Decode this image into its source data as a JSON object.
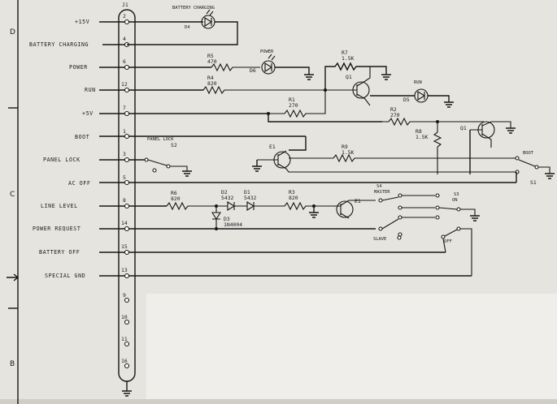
{
  "zones": {
    "top": "D",
    "middle": "C",
    "bottom": "B"
  },
  "connector": {
    "ref": "J1",
    "signals": [
      {
        "label": "+15V",
        "pin": "2"
      },
      {
        "label": "BATTERY CHARGING",
        "pin": "4"
      },
      {
        "label": "POWER",
        "pin": "6"
      },
      {
        "label": "RUN",
        "pin": "12"
      },
      {
        "label": "+5V",
        "pin": "7"
      },
      {
        "label": "BOOT",
        "pin": "1"
      },
      {
        "label": "PANEL LOCK",
        "pin": "3"
      },
      {
        "label": "AC OFF",
        "pin": "5"
      },
      {
        "label": "LINE LEVEL",
        "pin": "8"
      },
      {
        "label": "POWER REQUEST",
        "pin": "14"
      },
      {
        "label": "BATTERY OFF",
        "pin": "15"
      },
      {
        "label": "SPECIAL GND",
        "pin": "13"
      }
    ],
    "spare_pins": [
      "9",
      "10",
      "11",
      "16"
    ]
  },
  "parts": {
    "d4": {
      "ref": "D4",
      "name": "BATTERY CHARGING"
    },
    "d6": {
      "ref": "D6",
      "name": "POWER"
    },
    "d5": {
      "ref": "D5",
      "name": "RUN"
    },
    "r5": {
      "ref": "R5",
      "value": "470"
    },
    "r4": {
      "ref": "R4",
      "value": "820"
    },
    "r7": {
      "ref": "R7",
      "value": "1.5K"
    },
    "r1": {
      "ref": "R1",
      "value": "270"
    },
    "r2": {
      "ref": "R2",
      "value": "270"
    },
    "r8": {
      "ref": "R8",
      "value": "1.5K"
    },
    "r9": {
      "ref": "R9",
      "value": "1.5K"
    },
    "r6": {
      "ref": "R6",
      "value": "820"
    },
    "r3": {
      "ref": "R3",
      "value": "820"
    },
    "d2": {
      "ref": "D2",
      "value": "5432"
    },
    "d1": {
      "ref": "D1",
      "value": "5432"
    },
    "d3": {
      "ref": "D3",
      "value": "1N4004"
    },
    "q_run": "Q1",
    "q_boot": "E1",
    "q_panel": "E1",
    "q_line": "E1",
    "s2": {
      "ref": "S2",
      "name": "PANEL LOCK"
    },
    "s1": {
      "ref": "S1",
      "name": "BOOT"
    },
    "s4": {
      "ref": "S4",
      "name": "MASTER",
      "alt": "SLAVE"
    },
    "s3": {
      "ref": "S3",
      "on": "ON",
      "off": "OFF"
    }
  }
}
